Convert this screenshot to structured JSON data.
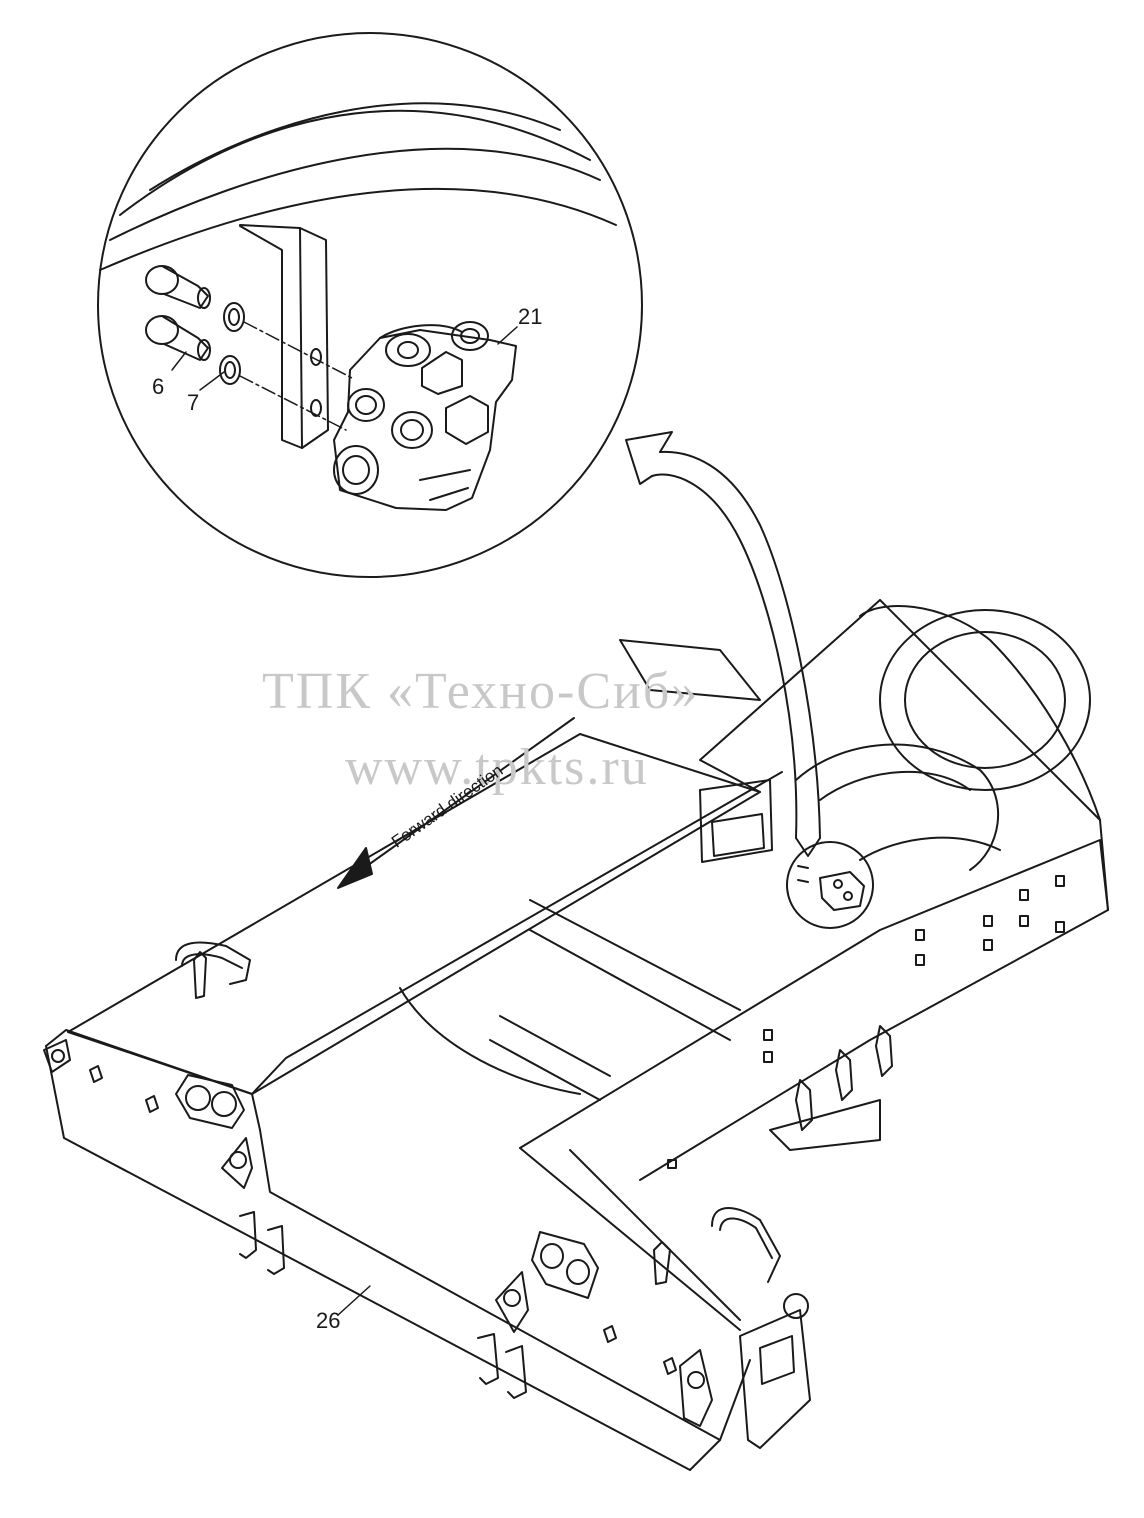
{
  "callouts": {
    "part_21": "21",
    "part_6": "6",
    "part_7": "7",
    "part_26": "26"
  },
  "direction_label": "Forward direction",
  "watermark": {
    "line1": "ТПК «Техно-Сиб»",
    "line2": "www.tpkts.ru"
  },
  "colors": {
    "line": "#1a1a1a",
    "watermark": "#c8c8c8",
    "background": "#ffffff"
  }
}
